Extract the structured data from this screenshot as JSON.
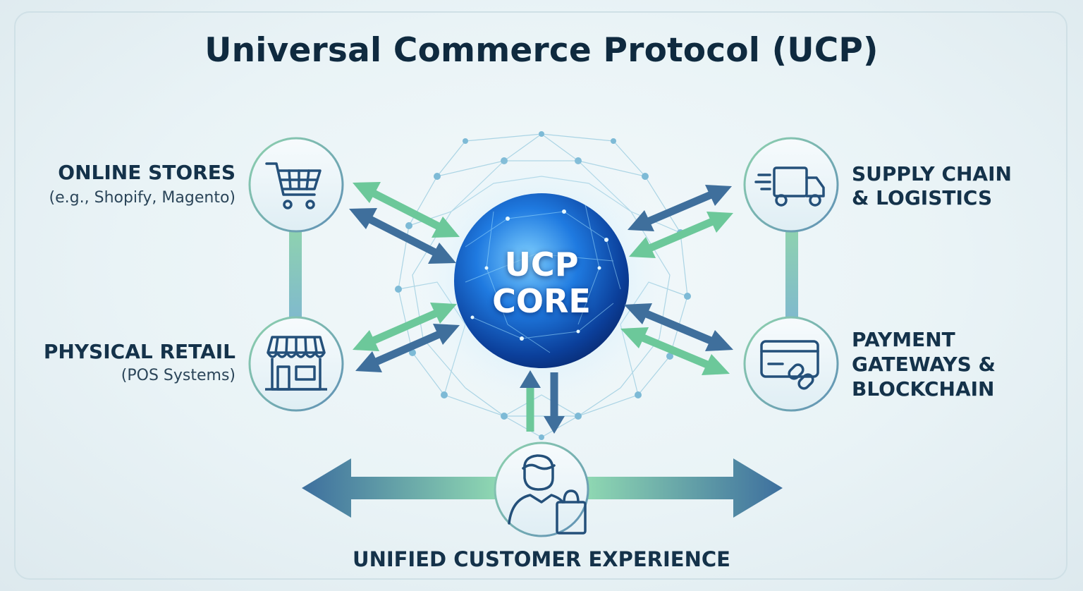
{
  "title": "Universal Commerce Protocol (UCP)",
  "core": {
    "line1": "UCP",
    "line2": "CORE"
  },
  "nodes": {
    "online_stores": {
      "label": "ONLINE STORES",
      "sub": "(e.g., Shopify, Magento)",
      "icon": "shopping-cart-icon"
    },
    "physical_retail": {
      "label": "PHYSICAL RETAIL",
      "sub": "(POS Systems)",
      "icon": "storefront-icon"
    },
    "supply_chain": {
      "label_line1": "SUPPLY CHAIN",
      "label_line2": "& LOGISTICS",
      "icon": "delivery-truck-icon"
    },
    "payment": {
      "label_line1": "PAYMENT",
      "label_line2": "GATEWAYS &",
      "label_line3": "BLOCKCHAIN",
      "icon": "credit-card-link-icon"
    },
    "customer": {
      "label": "UNIFIED CUSTOMER EXPERIENCE",
      "icon": "customer-shopping-bag-icon"
    }
  },
  "colors": {
    "title": "#0f2a3f",
    "arrow_green": "#6cc89a",
    "arrow_blue": "#3f6f9c",
    "core_blue": "#1f6fd6",
    "node_ring": "#7dc7a6",
    "icon_stroke": "#24507a"
  }
}
